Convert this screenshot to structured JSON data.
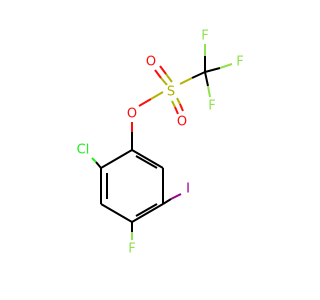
{
  "molecule": {
    "atoms": {
      "o_ester": {
        "symbol": "O",
        "color": "#ff0d0d"
      },
      "s": {
        "symbol": "S",
        "color": "#b2b200"
      },
      "o_top": {
        "symbol": "O",
        "color": "#ff0d0d"
      },
      "o_bottom": {
        "symbol": "O",
        "color": "#ff0d0d"
      },
      "f_top": {
        "symbol": "F",
        "color": "#90e050"
      },
      "f_right": {
        "symbol": "F",
        "color": "#90e050"
      },
      "f_bottom": {
        "symbol": "F",
        "color": "#90e050"
      },
      "cl": {
        "symbol": "Cl",
        "color": "#1ff01f"
      },
      "f_ring": {
        "symbol": "F",
        "color": "#90e050"
      },
      "i": {
        "symbol": "I",
        "color": "#940094"
      }
    }
  }
}
